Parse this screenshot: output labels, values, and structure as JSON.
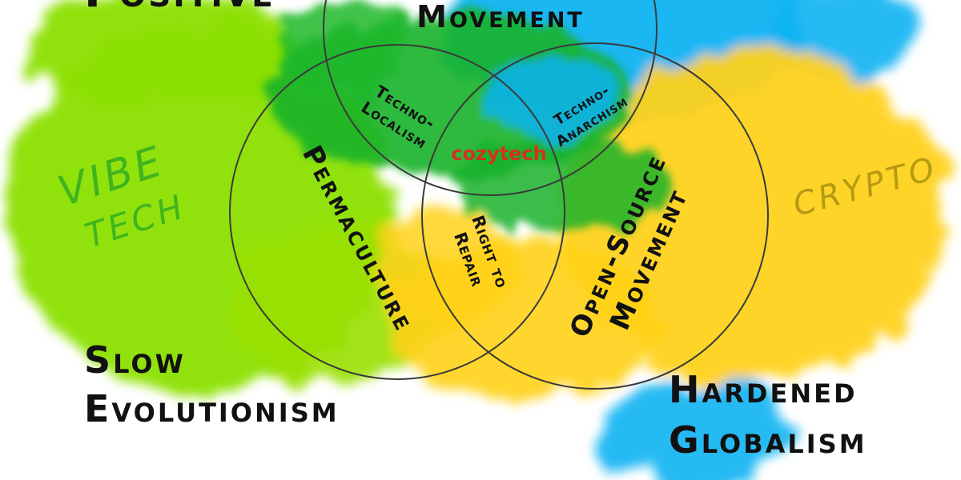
{
  "colors": {
    "green": "#8be000",
    "deep_green": "#16b22a",
    "blue": "#0fb3f2",
    "yellow": "#ffd21a",
    "circle_stroke": "#3a3a3a",
    "cozytech": "#d4321e",
    "vibe_tech": "#3fb41f",
    "crypto": "#b59a12"
  },
  "corners": {
    "top_left": "Positive",
    "bottom_left_line1": "Slow",
    "bottom_left_line2": "Evolutionism",
    "bottom_right_line1": "Hardened",
    "bottom_right_line2": "Globalism"
  },
  "handwritten": {
    "vibe": "VIBE",
    "tech": "TECH",
    "crypto": "CRYPTO"
  },
  "circles": {
    "top": "Movement",
    "left": "Permaculture",
    "right_line1": "Open-Source",
    "right_line2": "Movement"
  },
  "overlaps": {
    "techno_localism_line1": "Techno-",
    "techno_localism_line2": "Localism",
    "techno_anarchism_line1": "Techno-",
    "techno_anarchism_line2": "Anarchism",
    "right_to_repair_line1": "Right to",
    "right_to_repair_line2": "Repair",
    "center": "cozytech"
  }
}
